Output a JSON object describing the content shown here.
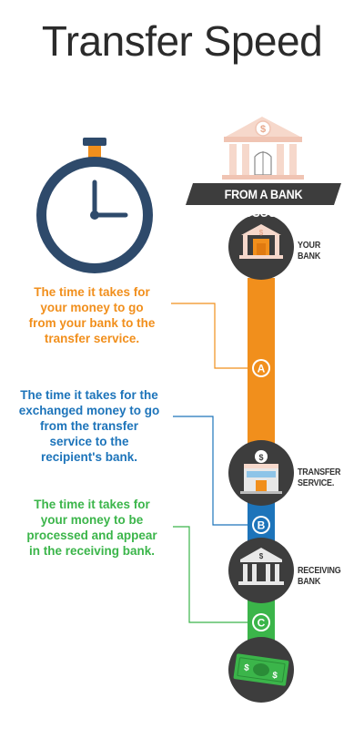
{
  "title": "Transfer Speed",
  "banner": "FROM A BANK ACCOUNT",
  "stages": [
    {
      "name": "your-bank",
      "lines": [
        "YOUR",
        "BANK"
      ]
    },
    {
      "name": "transfer-service",
      "lines": [
        "TRANSFER",
        "SERVICE."
      ]
    },
    {
      "name": "receiving-bank",
      "lines": [
        "RECEIVING",
        "BANK"
      ]
    },
    {
      "name": "cash",
      "lines": []
    }
  ],
  "segments": [
    {
      "letter": "A",
      "color": "#f18f1c",
      "lines": [
        "The time it takes for",
        "your money to go",
        "from your bank to the",
        "transfer service."
      ]
    },
    {
      "letter": "B",
      "color": "#1d74ba",
      "lines": [
        "The time it takes for the",
        "exchanged money to go",
        "from the transfer",
        "service to the",
        "recipient's bank."
      ]
    },
    {
      "letter": "C",
      "color": "#3bb54a",
      "lines": [
        "The time it takes for",
        "your money to be",
        "processed and appear",
        "in the receiving bank."
      ]
    }
  ],
  "colors": {
    "dark": "#3d3d3d",
    "clock": "#2e4a6b",
    "bank_pink": "#f6d8cb",
    "text_dark": "#333333"
  },
  "icons": [
    "stopwatch-icon",
    "bank-icon",
    "dollar-icon",
    "cash-icon"
  ]
}
